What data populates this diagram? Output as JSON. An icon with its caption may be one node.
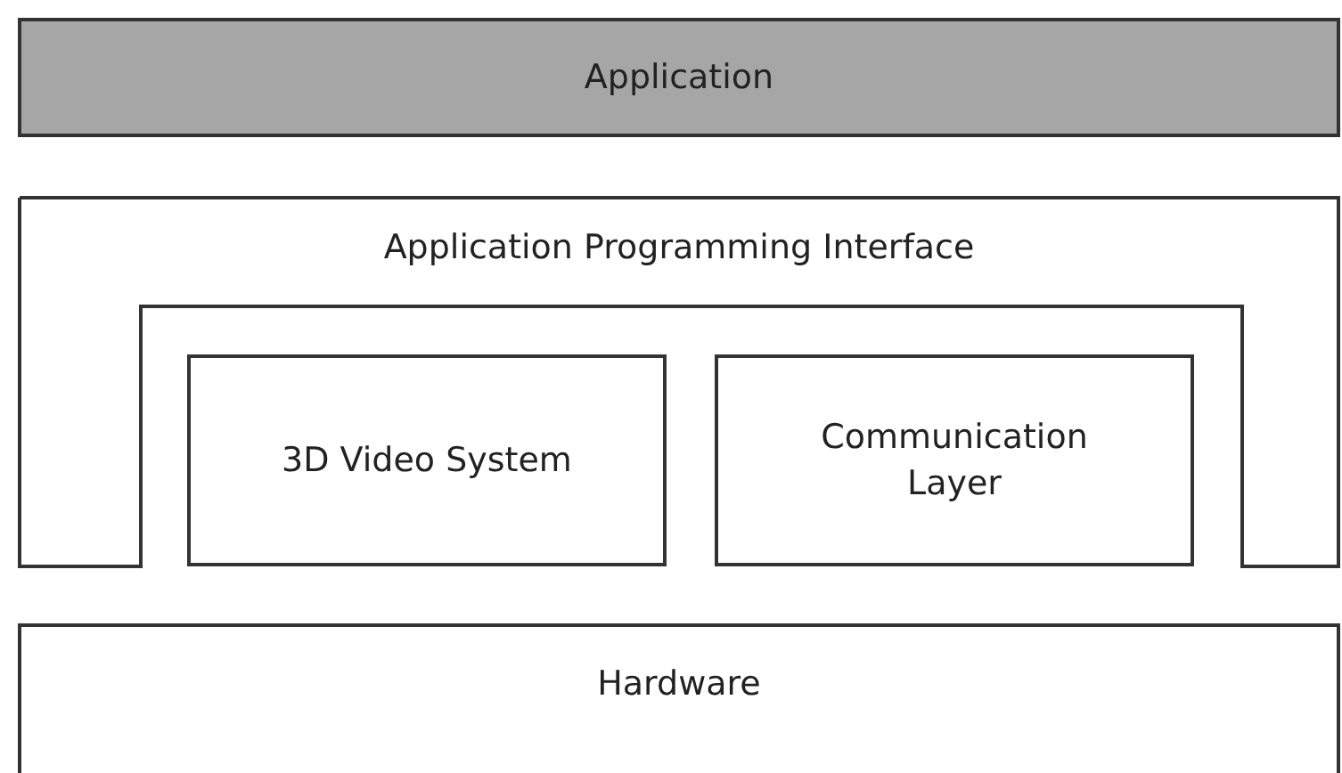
{
  "diagram": {
    "nodes": [
      {
        "text": [
          "Application"
        ]
      },
      {
        "text": [
          "Application Programming Interface"
        ]
      },
      {
        "text": [
          "3D Video System"
        ]
      },
      {
        "text": [
          "Communication Layer"
        ]
      },
      {
        "text": [
          "Hardware"
        ]
      }
    ]
  }
}
